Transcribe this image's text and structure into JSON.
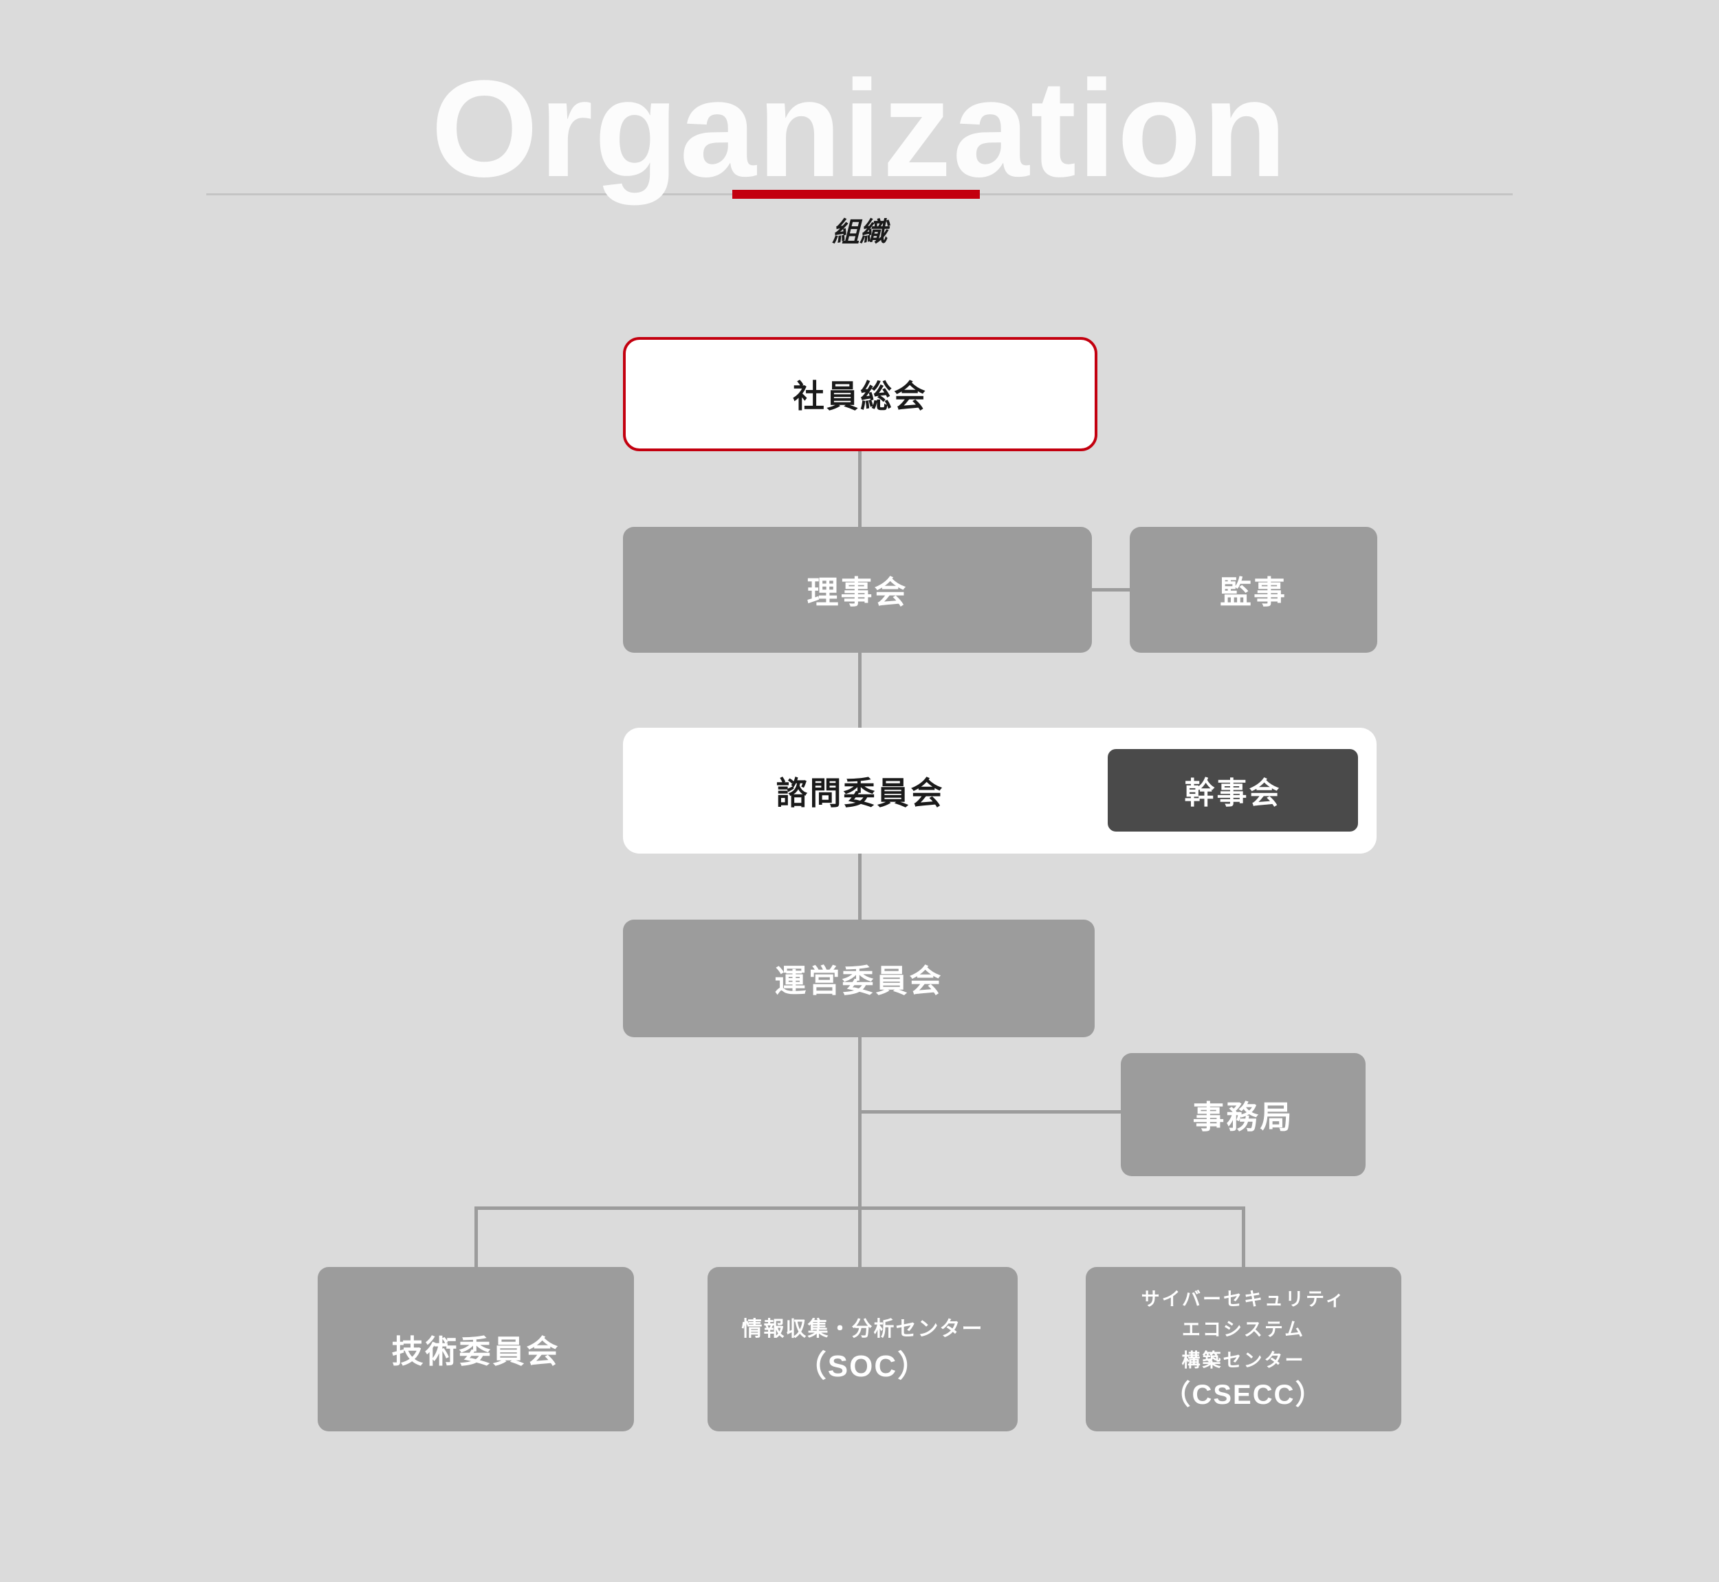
{
  "header": {
    "title_en": "Organization",
    "title_ja": "組織"
  },
  "org_chart": {
    "general_meeting": "社員総会",
    "board": "理事会",
    "auditor": "監事",
    "advisory_committee": "諮問委員会",
    "executive_committee": "幹事会",
    "steering_committee": "運営委員会",
    "secretariat": "事務局",
    "technical_committee": "技術委員会",
    "soc": {
      "line1": "情報収集・分析センター",
      "line2": "（SOC）"
    },
    "csecc": {
      "line1": "サイバーセキュリティ",
      "line2": "エコシステム",
      "line3": "構築センター",
      "line4": "（CSECC）"
    }
  },
  "colors": {
    "background": "#dbdbdb",
    "box_gray": "#9c9c9c",
    "box_dark": "#4a4a4a",
    "accent_red": "#c3000f",
    "title_white": "#fcfcfc",
    "connector_gray": "#9c9c9c",
    "rule_gray": "#c4c4c4",
    "text_dark": "#1a1a1a"
  }
}
